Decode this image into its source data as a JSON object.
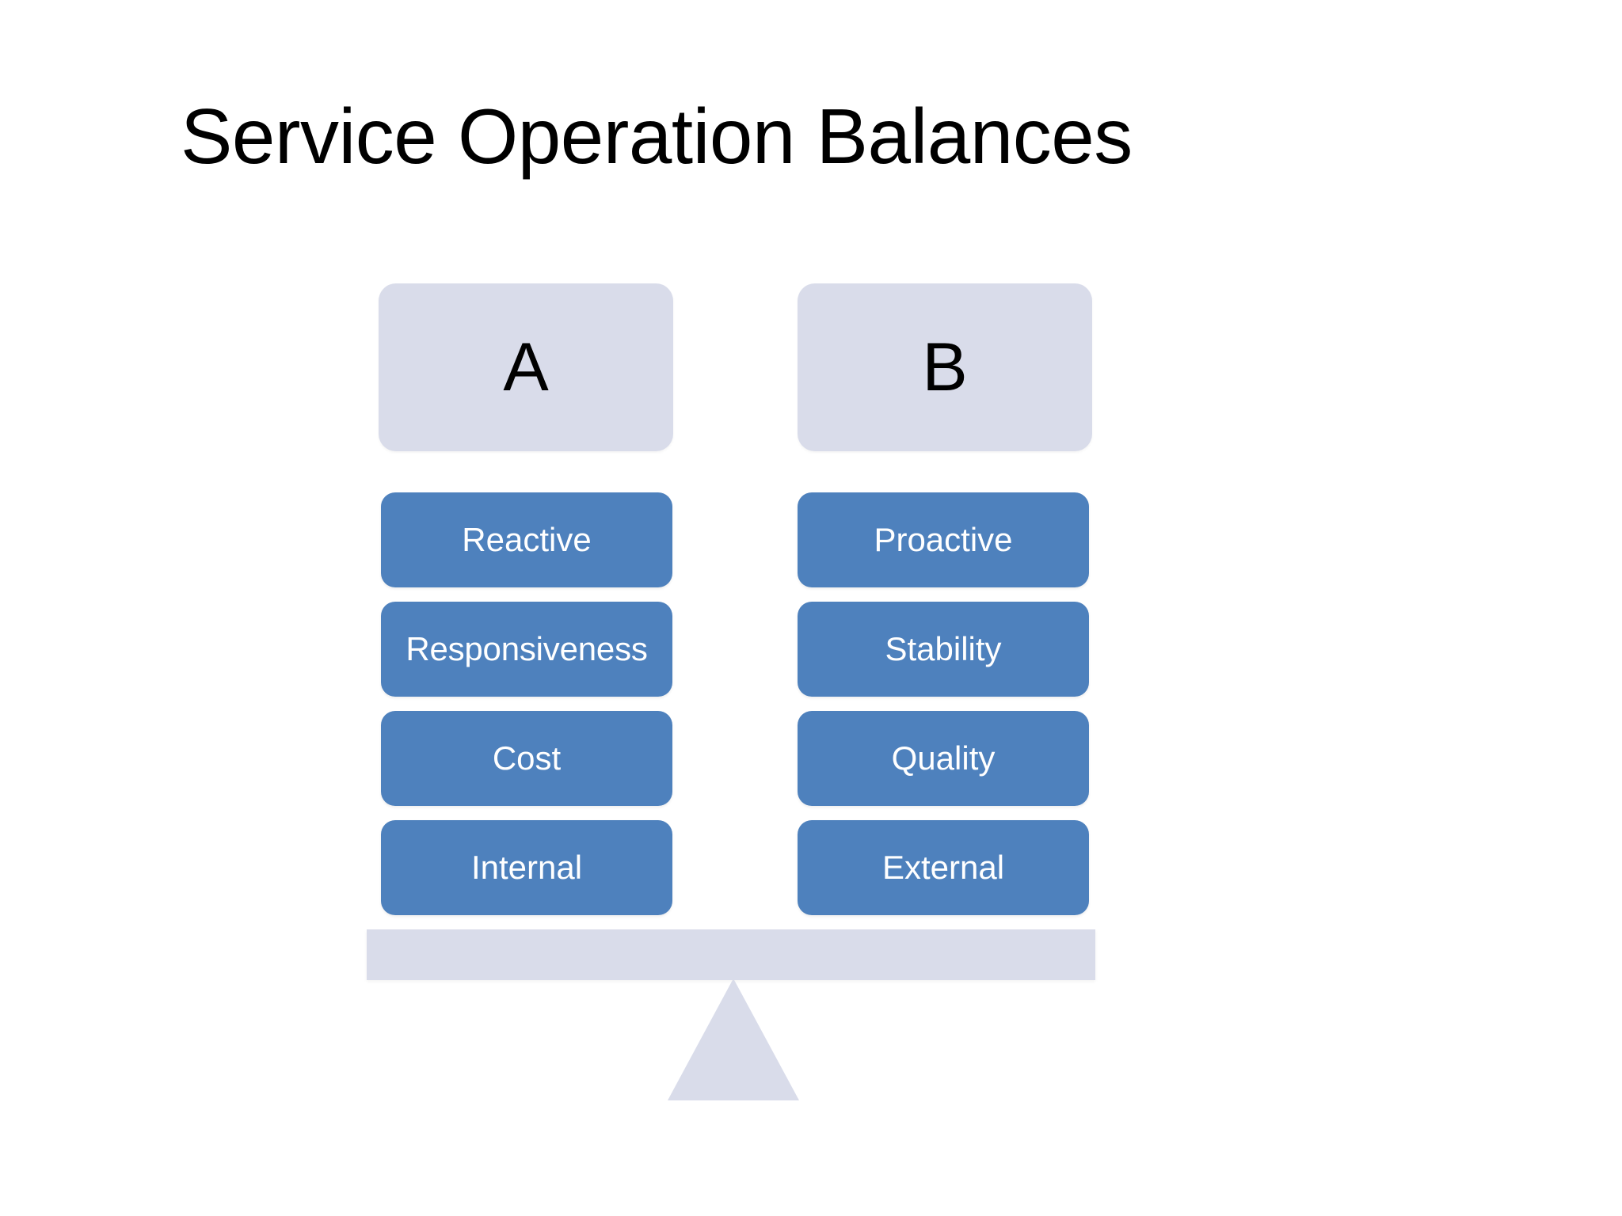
{
  "slide": {
    "title": "Service Operation Balances",
    "background_color": "#ffffff"
  },
  "theme": {
    "accent_blue": "#4e81bd",
    "light_lavender": "#d9dcea",
    "text_on_accent": "#ffffff",
    "title_color": "#000000"
  },
  "diagram": {
    "type": "balance-scale",
    "columns": [
      {
        "id": "A",
        "header_label": "A",
        "items": [
          {
            "label": "Reactive"
          },
          {
            "label": "Responsiveness"
          },
          {
            "label": "Cost"
          },
          {
            "label": "Internal"
          }
        ]
      },
      {
        "id": "B",
        "header_label": "B",
        "items": [
          {
            "label": "Proactive"
          },
          {
            "label": "Stability"
          },
          {
            "label": "Quality"
          },
          {
            "label": "External"
          }
        ]
      }
    ],
    "beam": {
      "name": "balance-beam"
    },
    "fulcrum": {
      "name": "fulcrum-triangle"
    }
  }
}
